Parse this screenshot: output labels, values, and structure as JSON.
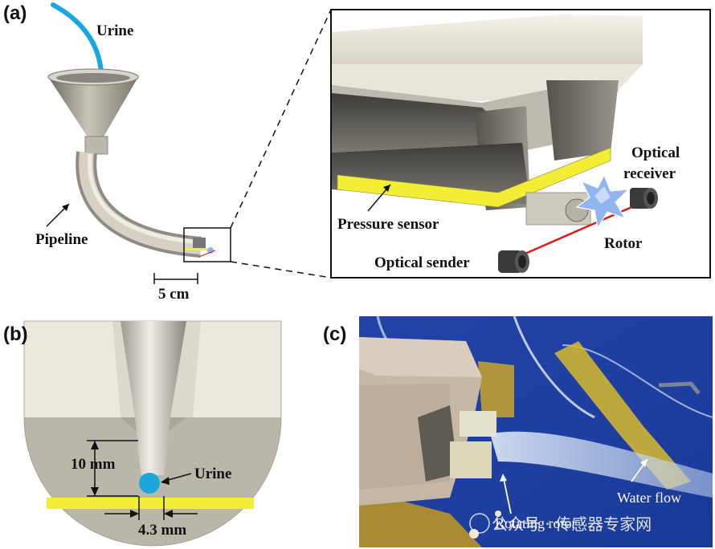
{
  "panels": {
    "a": {
      "label": "(a)",
      "urine": "Urine",
      "pipeline": "Pipeline",
      "scale": "5 cm",
      "optical_receiver_1": "Optical",
      "optical_receiver_2": "receiver",
      "pressure_sensor": "Pressure sensor",
      "rotor": "Rotor",
      "optical_sender": "Optical sender"
    },
    "b": {
      "label": "(b)",
      "height": "10 mm",
      "urine": "Urine",
      "width": "4.3 mm"
    },
    "c": {
      "label": "(c)",
      "water_flow": "Water flow",
      "rotating_rotor": "Rotating rotor",
      "watermark": "公众号 · 传感器专家网"
    }
  },
  "colors": {
    "urine_blue": "#1aa7e0",
    "sensor_yellow": "#f3ee35",
    "laser_red": "#e01515",
    "rotor_blue": "#8fb4f0",
    "photo_bg": "#1d3fa3"
  }
}
